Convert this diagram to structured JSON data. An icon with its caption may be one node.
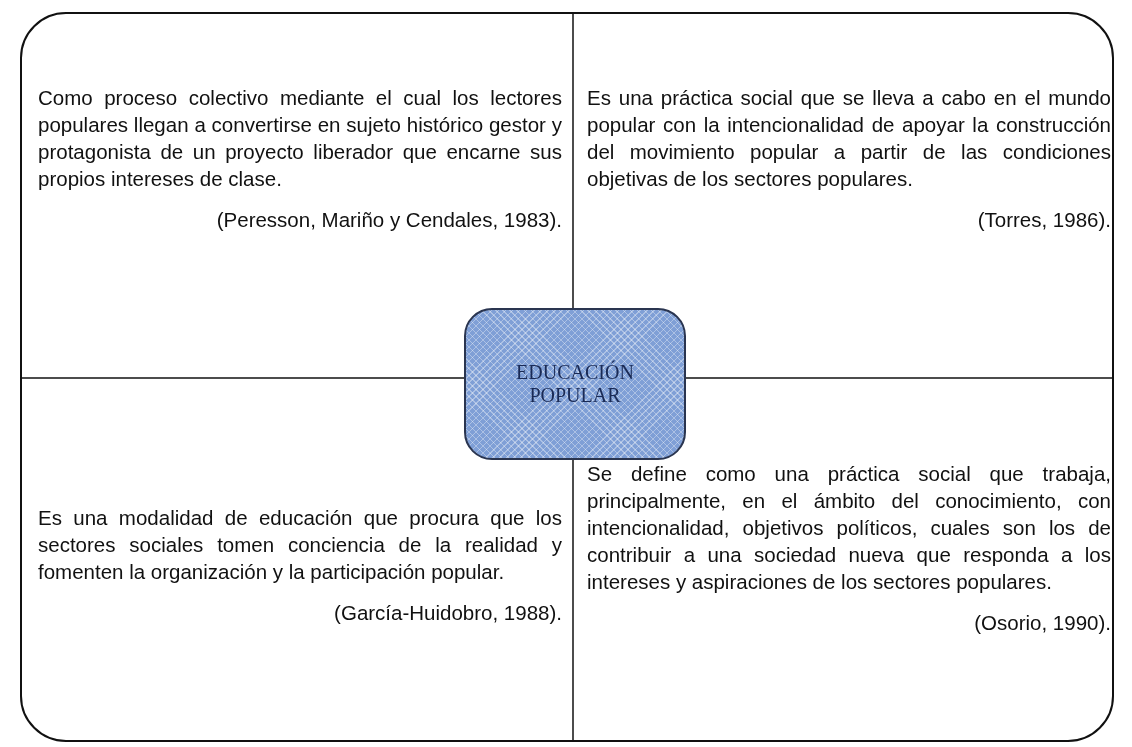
{
  "diagram": {
    "nodes": [
      {
        "text": [],
        "shape": "box"
      },
      {
        "text": [
          "Como  proceso colectivo mediante el cual los lectores populares llegan a convertirse en sujeto histórico gestor y protagonista de un proyecto liberador que encarne sus propios intereses de clase.",
          "(Peresson, Mariño y Cendales, 1983)."
        ],
        "in": 0
      },
      {
        "text": [
          "Es una práctica social que se lleva a cabo en el mundo popular con la intencionalidad de apoyar la construcción del movimiento popular a partir de las condiciones objetivas de los sectores populares.",
          "(Torres, 1986)."
        ],
        "in": 0
      },
      {
        "text": [
          "EDUCACIÓN POPULAR"
        ],
        "in": 0
      },
      {
        "text": [
          "Es una modalidad de educación que procura que los sectores sociales tomen conciencia de la realidad y fomenten la organización y la participación popular.",
          "(García-Huidobro, 1988)."
        ],
        "in": 0
      },
      {
        "text": [
          "Se define como una práctica social que trabaja, principalmente, en el ámbito del conocimiento, con intencionalidad, objetivos políticos, cuales son los de contribuir a una sociedad nueva que responda a los intereses y aspiraciones de los sectores populares.",
          "(Osorio, 1990)."
        ],
        "in": 0
      }
    ]
  }
}
